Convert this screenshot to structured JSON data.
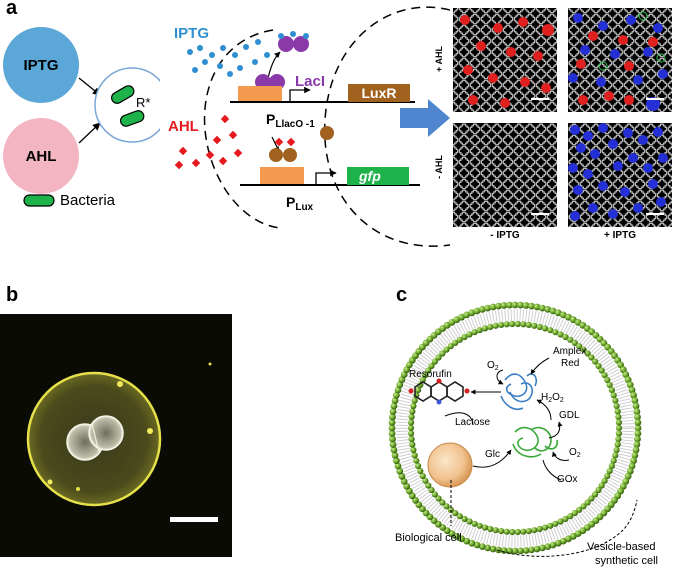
{
  "panels": {
    "a": {
      "letter": "a",
      "inducers": {
        "iptg": "IPTG",
        "ahl": "AHL"
      },
      "cell_label": "R*",
      "legend_label": "Bacteria",
      "circuit": {
        "iptg": "IPTG",
        "ahl": "AHL",
        "laci": "LacI",
        "luxr": "LuxR",
        "gfp": "gfp",
        "promoter1_main": "P",
        "promoter1_sub": "LlacO -1",
        "promoter2_main": "P",
        "promoter2_sub": "Lux"
      },
      "grid_row_labels": [
        "+ AHL",
        "- AHL"
      ],
      "grid_col_labels": [
        "- IPTG",
        "+ IPTG"
      ]
    },
    "b": {
      "letter": "b"
    },
    "c": {
      "letter": "c",
      "o2_top": "O",
      "o2_top_sub": "2",
      "amplex_line1": "Amplex",
      "amplex_line2": "Red",
      "resorufin": "Resorufin",
      "h2o2_a": "H",
      "h2o2_sub1": "2",
      "h2o2_b": "O",
      "h2o2_sub2": "2",
      "gdl": "GDL",
      "lactose": "Lactose",
      "glc": "Glc",
      "o2_bottom": "O",
      "o2_bottom_sub": "2",
      "gox": "GOx",
      "bio_cell": "Biological cell",
      "vesicle_line1": "Vesicle-based",
      "vesicle_line2": "synthetic cell"
    }
  },
  "colors": {
    "iptg_fill": "#5aa7d8",
    "ahl_fill": "#f2b5c1",
    "laci": "#8a3aa8",
    "ahl_text": "#e5191e",
    "iptg_text": "#2f8fd1",
    "luxr_box": "#a0621e",
    "gfp_box": "#1eb24a",
    "promoter_box": "#f39a4e",
    "arrow_blue": "#4f86cf",
    "membrane_green": "#6aa528"
  }
}
